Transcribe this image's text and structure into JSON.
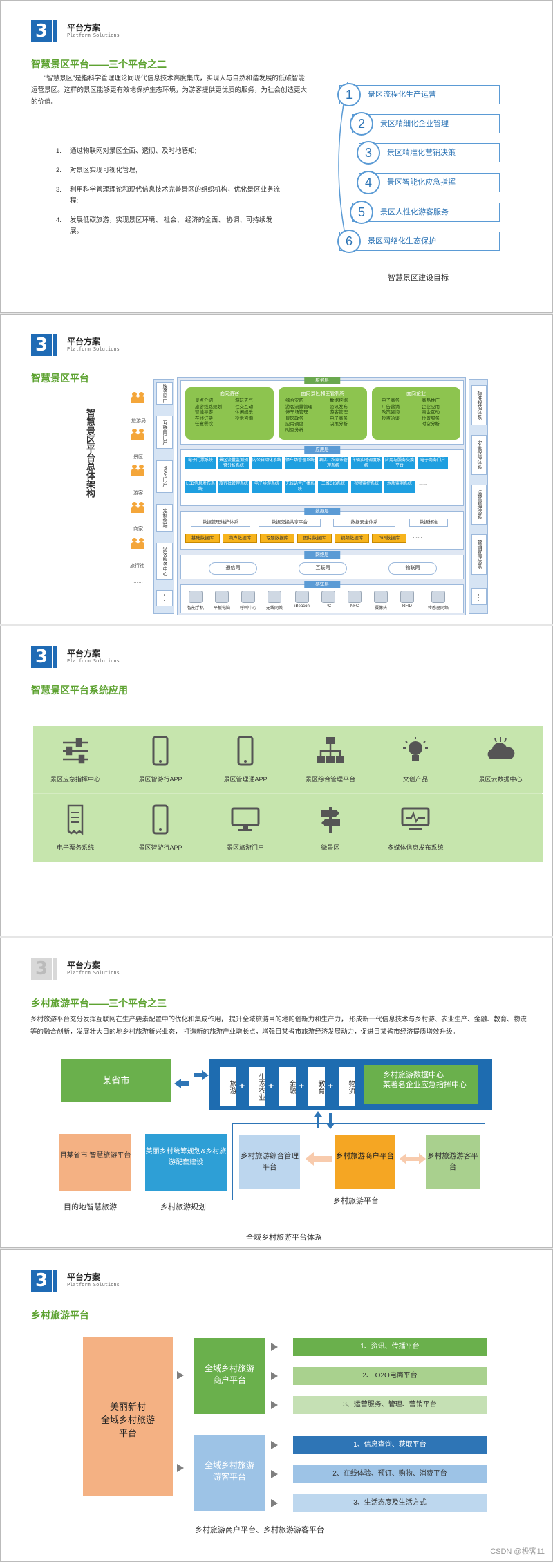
{
  "header": {
    "title": "平台方案",
    "subtitle": "Platform  Solutions"
  },
  "slide1": {
    "title": "智慧景区平台——三个平台之二",
    "intro": "“智慧景区”是指科学管理理论同现代信息技术高度集成，实现人与自然和谐发展的低碳智能运营景区。这样的景区能够更有效地保护生态环境，为游客提供更优质的服务，为社会创造更大的价值。",
    "points": [
      {
        "n": "1.",
        "text": "通过物联网对景区全面、透彻、及时地感知;"
      },
      {
        "n": "2.",
        "text": "对景区实现可视化管理;"
      },
      {
        "n": "3.",
        "text": "利用科学管理理论和现代信息技术完善景区的组织机构，优化景区业务流程;"
      },
      {
        "n": "4.",
        "text": "发展低碳旅游，实现景区环境、 社会、 经济的全面、 协调、可持续发展。"
      }
    ],
    "goals": [
      {
        "n": "1",
        "text": "景区流程化生产运营"
      },
      {
        "n": "2",
        "text": "景区精细化企业管理"
      },
      {
        "n": "3",
        "text": "景区精准化营销决策"
      },
      {
        "n": "4",
        "text": "景区智能化应急指挥"
      },
      {
        "n": "5",
        "text": "景区人性化游客服务"
      },
      {
        "n": "6",
        "text": "景区网络化生态保护"
      }
    ],
    "caption": "智慧景区建设目标"
  },
  "slide2": {
    "title": "智慧景区平台",
    "vertical_caption": "智慧景区平台总体架构",
    "people": [
      "旅游局",
      "景区",
      "游客",
      "商家",
      "旅行社",
      "……"
    ],
    "left_col": [
      "服务窗口",
      "互联网门户",
      "WAP门户",
      "定制终端",
      "游客服务中心",
      "……"
    ],
    "right_col": [
      "标准规范体系",
      "安全保障体系",
      "运营管理体系",
      "营销宣传体系",
      "……"
    ],
    "layers": {
      "service": "服务层",
      "app": "应用层",
      "data": "数据层",
      "network": "网络层",
      "perception": "感知层"
    },
    "service_boxes": [
      {
        "title": "面向游客",
        "c1": [
          "景点介绍",
          "旅游线路规划",
          "智能导游",
          "在线订票",
          "任意餐饮"
        ],
        "c2": [
          "游玩天气",
          "社交互动",
          "休闲娱乐",
          "投诉咨询",
          "……"
        ]
      },
      {
        "title": "面向景区和主管机构",
        "c1": [
          "综合安防",
          "游客流量管理",
          "停车场管理",
          "景区政务",
          "应用调度",
          "时空分析"
        ],
        "c2": [
          "数据挖掘",
          "资讯发布",
          "游客管理",
          "电子商务",
          "决策分析",
          "……"
        ]
      },
      {
        "title": "面向企业",
        "c1": [
          "电子商务",
          "广告营销",
          "政策咨询",
          "投资洽谈"
        ],
        "c2": [
          "商品推广",
          "企业应用",
          "商企互动",
          "位置服务",
          "时空分析"
        ]
      }
    ],
    "apps_row1": [
      "电子门票系统",
      "景区流量监测预警分析系统",
      "内公自动化系统",
      "停车场管理系统",
      "酒店、农家乐管理系统",
      "车辆实时调度系统",
      "应用与服务交换平台",
      "电子商务门户",
      "……"
    ],
    "apps_row2": [
      "LED信息发布系统",
      "旅行社管理系统",
      "电子导游系统",
      "无线语音广播系统",
      "三维GIS系统",
      "视频监控系统",
      "水质监测系统",
      "……"
    ],
    "data_row1": [
      "数据管理维护体系",
      "数据交换共享平台",
      "数据安全体系",
      "数据标准"
    ],
    "data_row2": [
      "基础数据库",
      "商户数据库",
      "专题数据库",
      "图片数据库",
      "视频数据库",
      "GIS数据库",
      "……"
    ],
    "networks": [
      "通信网",
      "互联网",
      "物联网"
    ],
    "devices": [
      "智能手机",
      "平板电脑",
      "呼叫中心",
      "无线网关",
      "iBeacon",
      "PC",
      "NFC",
      "摄像头",
      "RFID",
      "传感器网络"
    ]
  },
  "slide3": {
    "title": "智慧景区平台系统应用",
    "cells": [
      {
        "icon": "sliders-icon",
        "label": "景区应急指挥中心"
      },
      {
        "icon": "phone-icon",
        "label": "景区智游行APP"
      },
      {
        "icon": "phone-icon",
        "label": "景区管理通APP"
      },
      {
        "icon": "org-chart-icon",
        "label": "景区综合管理平台"
      },
      {
        "icon": "lightbulb-icon",
        "label": "文创产品"
      },
      {
        "icon": "cloud-icon",
        "label": "景区云数据中心"
      },
      {
        "icon": "receipt-icon",
        "label": "电子票务系统"
      },
      {
        "icon": "phone-icon",
        "label": "景区智游行APP"
      },
      {
        "icon": "monitor-icon",
        "label": "景区旅游门户"
      },
      {
        "icon": "signpost-icon",
        "label": "微景区"
      },
      {
        "icon": "pulse-monitor-icon",
        "label": "多媒体信息发布系统"
      },
      {
        "icon": "",
        "label": ""
      }
    ]
  },
  "slide4": {
    "title": "乡村旅游平台——三个平台之三",
    "intro": "乡村旅游平台充分发挥互联网在生产要素配置中的优化和集成作用， 提升全域旅游目的地的创新力和生产力， 形成新一代信息技术与乡村游、农业生产、金融、教育、物流等的融合创新，发展壮大目的地乡村旅游新兴业态， 打造新的旅游产业增长点，增强目某省市旅游经济发展动力，促进目某省市经济提质增效升级。",
    "province": "某省市",
    "sectors": [
      "旅游",
      "生态农业",
      "金融",
      "教育",
      "物流"
    ],
    "data_center": "乡村旅游数据中心\n某著名企业应急指挥中心",
    "dest_box": "目某省市    智慧旅游平台",
    "plan_box": "美丽乡村统筹规划&乡村旅游配套建设",
    "mgmt_box": "乡村旅游综合管理平台",
    "merchant_box": "乡村旅游商户平台",
    "visitor_box": "乡村旅游游客平台",
    "dest_label": "目的地智慧旅游",
    "plan_label": "乡村旅游规划",
    "platform_label": "乡村旅游平台",
    "caption": "全域乡村旅游平台体系"
  },
  "slide5": {
    "title": "乡村旅游平台",
    "big_box": "美丽新村\n全域乡村旅游\n平台",
    "merchant": "全域乡村旅游\n商户平台",
    "visitor": "全域乡村旅游\n游客平台",
    "merchant_items": [
      "1、资讯、传播平台",
      "2、 O2O电商平台",
      "3、运营服务、管理、营销平台"
    ],
    "visitor_items": [
      "1、信息查询、获取平台",
      "2、在线体验、预订、购物、消费平台",
      "3、生活态度及生活方式"
    ],
    "caption": "乡村旅游商户平台、乡村旅游游客平台",
    "watermark": "CSDN @极客11"
  }
}
